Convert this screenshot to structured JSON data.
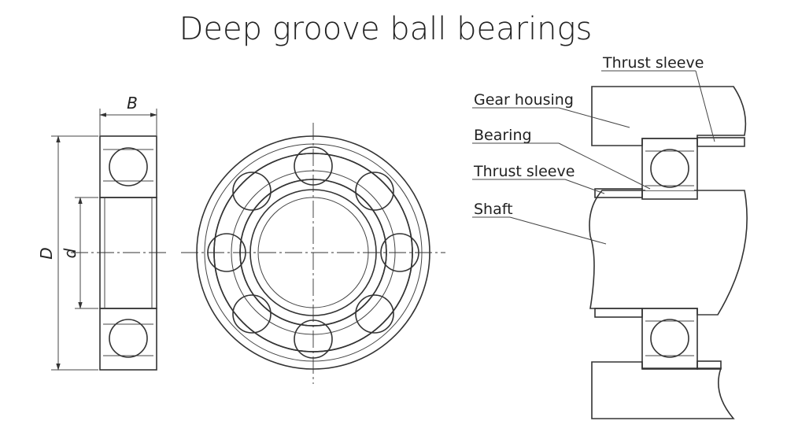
{
  "title": "Deep groove ball bearings",
  "dimensions": {
    "width_label": "B",
    "outer_label": "D",
    "inner_label": "d"
  },
  "callouts": {
    "thrust_sleeve_top": "Thrust sleeve",
    "gear_housing": "Gear housing",
    "bearing": "Bearing",
    "thrust_sleeve": "Thrust sleeve",
    "shaft": "Shaft"
  },
  "colors": {
    "line": "#333333",
    "background": "#ffffff"
  }
}
